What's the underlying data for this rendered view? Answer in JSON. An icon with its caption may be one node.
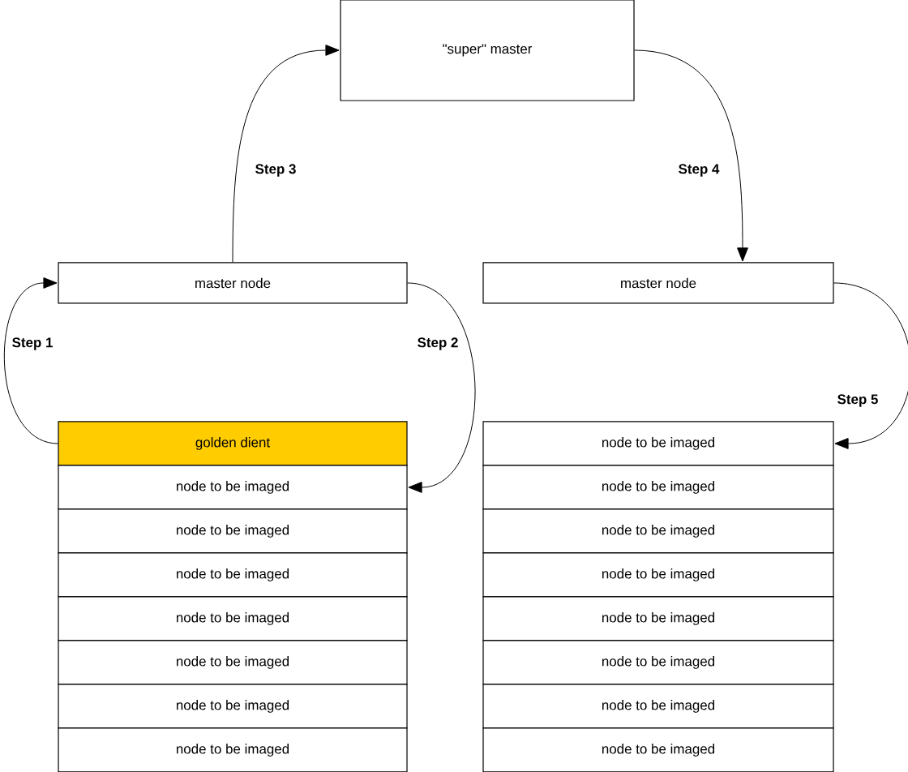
{
  "diagram": {
    "nodes": [
      {
        "text": [
          "\"super\" master"
        ]
      },
      {
        "text": [
          "master node"
        ]
      },
      {
        "text": [
          "master node"
        ]
      },
      {
        "text": [
          "golden dient"
        ]
      },
      {
        "text": [
          "node to be imaged"
        ]
      },
      {
        "text": [
          "node to be imaged"
        ]
      },
      {
        "text": [
          "node to be imaged"
        ]
      },
      {
        "text": [
          "node to be imaged"
        ]
      },
      {
        "text": [
          "node to be imaged"
        ]
      },
      {
        "text": [
          "node to be imaged"
        ]
      },
      {
        "text": [
          "node to be imaged"
        ]
      },
      {
        "text": [
          "node to be imaged"
        ]
      },
      {
        "text": [
          "node to be imaged"
        ]
      },
      {
        "text": [
          "node to be imaged"
        ]
      },
      {
        "text": [
          "node to be imaged"
        ]
      },
      {
        "text": [
          "node to be imaged"
        ]
      },
      {
        "text": [
          "node to be imaged"
        ]
      },
      {
        "text": [
          "node to be imaged"
        ]
      },
      {
        "text": [
          "node to be imaged"
        ]
      }
    ],
    "edges": [
      {
        "from": 3,
        "to": 1,
        "arrow": "to",
        "label": "Step 1"
      },
      {
        "from": 1,
        "to": 4,
        "arrow": "to",
        "label": "Step 2"
      },
      {
        "from": 1,
        "to": 0,
        "arrow": "to",
        "label": "Step 3"
      },
      {
        "from": 0,
        "to": 2,
        "arrow": "to",
        "label": "Step 4"
      },
      {
        "from": 2,
        "to": 11,
        "arrow": "to",
        "label": "Step 5"
      }
    ]
  }
}
